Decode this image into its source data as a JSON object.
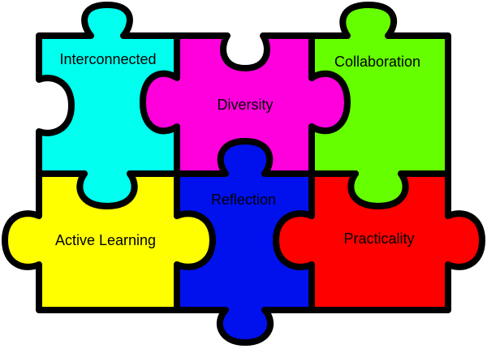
{
  "pieces": [
    {
      "label": "Interconnected",
      "color": "#00ffee"
    },
    {
      "label": "Diversity",
      "color": "#ff00dd"
    },
    {
      "label": "Collaboration",
      "color": "#66ff00"
    },
    {
      "label": "Active Learning",
      "color": "#ffff00"
    },
    {
      "label": "Reflection",
      "color": "#0011ee"
    },
    {
      "label": "Practicality",
      "color": "#ff0000"
    }
  ]
}
